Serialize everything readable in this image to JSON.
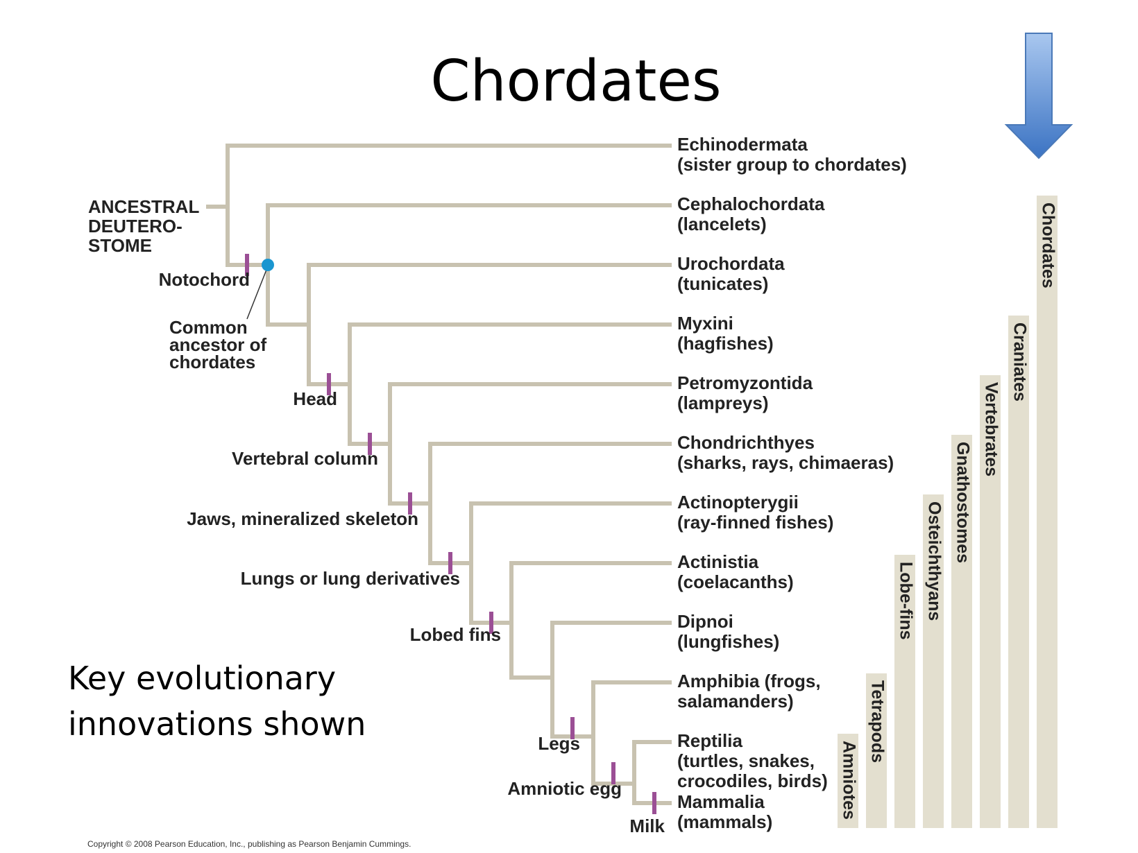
{
  "title": "Chordates",
  "caption": [
    "Key evolutionary",
    "innovations shown"
  ],
  "copyright": "Copyright © 2008 Pearson Education, Inc., publishing as Pearson Benjamin Cummings.",
  "root_label": [
    "ANCESTRAL",
    "DEUTERO-",
    "STOME"
  ],
  "ancestor_label": [
    "Common",
    "ancestor of",
    "chordates"
  ],
  "taxa": [
    {
      "name": "Echinodermata",
      "desc": [
        "(sister group to chordates)"
      ]
    },
    {
      "name": "Cephalochordata",
      "desc": [
        "(lancelets)"
      ]
    },
    {
      "name": "Urochordata",
      "desc": [
        "(tunicates)"
      ]
    },
    {
      "name": "Myxini",
      "desc": [
        "(hagfishes)"
      ]
    },
    {
      "name": "Petromyzontida",
      "desc": [
        "(lampreys)"
      ]
    },
    {
      "name": "Chondrichthyes",
      "desc": [
        "(sharks, rays, chimaeras)"
      ]
    },
    {
      "name": "Actinopterygii",
      "desc": [
        "(ray-finned fishes)"
      ]
    },
    {
      "name": "Actinistia",
      "desc": [
        "(coelacanths)"
      ]
    },
    {
      "name": "Dipnoi",
      "desc": [
        "(lungfishes)"
      ]
    },
    {
      "name": "Amphibia (frogs,",
      "desc": [
        "salamanders)"
      ]
    },
    {
      "name": "Reptilia",
      "desc": [
        "(turtles, snakes,",
        "crocodiles, birds)"
      ]
    },
    {
      "name": "Mammalia",
      "desc": [
        "(mammals)"
      ]
    }
  ],
  "innovations": [
    "Notochord",
    "Head",
    "Vertebral column",
    "Jaws, mineralized skeleton",
    "Lungs or lung derivatives",
    "Lobed fins",
    "Legs",
    "Amniotic egg",
    "Milk"
  ],
  "clades": [
    "Chordates",
    "Craniates",
    "Vertebrates",
    "Gnathostomes",
    "Osteichthyans",
    "Lobe-fins",
    "Tetrapods",
    "Amniotes"
  ],
  "colors": {
    "branch": "#c8c2b0",
    "marker": "#9b4f95",
    "ancestor_dot": "#1a96d0",
    "clade_bar": "#e3dfcf",
    "arrow_top": "#a9c7ef",
    "arrow_bottom": "#3b73c3",
    "arrow_stroke": "#4a79b8"
  }
}
